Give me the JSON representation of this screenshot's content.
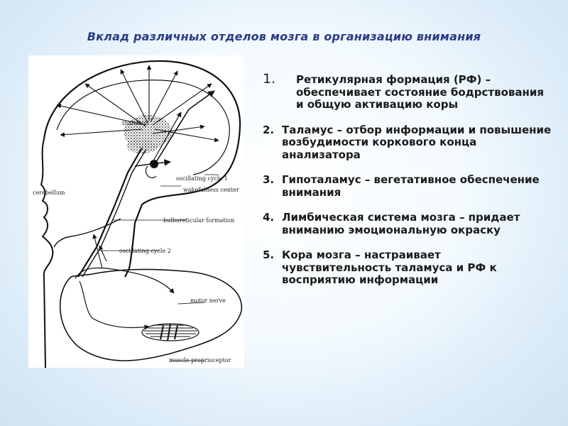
{
  "slide": {
    "title": "Вклад различных отделов мозга в организацию внимания"
  },
  "figure": {
    "labels": {
      "thalamus": "thalamus",
      "oscillating_cycle_1": "oscillating cycle 1",
      "wakefulness_center": "wakefulness center",
      "cerebellum": "cerebellum",
      "bulboreticular_formation": "bulboreticular formation",
      "oscillating_cycle_2": "oscillating cycle 2",
      "motor_nerve": "motor nerve",
      "muscle_proprioceptor": "muscle proprioceptor"
    }
  },
  "points": [
    {
      "num": "1.",
      "text": "Ретикулярная формация (РФ) – обеспечивает состояние бодрствования и общую активацию коры"
    },
    {
      "num": "2.",
      "text": "Таламус – отбор информации и повышение возбудимости коркового конца анализатора"
    },
    {
      "num": "3.",
      "text": "Гипоталамус – вегетативное обеспечение внимания"
    },
    {
      "num": "4.",
      "text": "Лимбическая система мозга – придает вниманию эмоциональную окраску"
    },
    {
      "num": "5.",
      "text": "Кора мозга – настраивает чувствительность таламуса и РФ к восприятию информации"
    }
  ]
}
